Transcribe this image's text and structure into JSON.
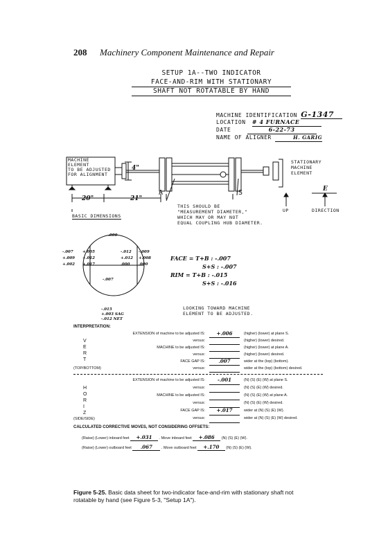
{
  "page": {
    "number": "208",
    "running_head": "Machinery Component Maintenance and Repair"
  },
  "form": {
    "title_lines": [
      "SETUP 1A--TWO INDICATOR",
      "FACE-AND-RIM WITH STATIONARY",
      "SHAFT NOT ROTATABLE BY HAND"
    ],
    "machine_id_label": "MACHINE IDENTIFICATION",
    "machine_id_value": "G-1347",
    "location_label": "LOCATION",
    "location_value": "# 4 FURNACE",
    "date_label": "DATE",
    "date_value": "6-22-73",
    "aligner_label": "NAME OF ALIGNER",
    "aligner_value": "H. GARIG"
  },
  "diagram": {
    "machine_box": [
      "MACHINE",
      "ELEMENT",
      "TO BE ADJUSTED",
      "FOR ALIGNMENT"
    ],
    "dim_4": "4\"",
    "dim_20": "20\"",
    "dim_21": "21\"",
    "basic_dims": "BASIC DIMENSIONS",
    "label_A": "A",
    "label_S": "S",
    "note": [
      "THIS SHOULD BE",
      "\"MEASUREMENT DIAMETER,\"",
      "WHICH MAY OR MAY NOT",
      "EQUAL COUPLING HUB DIAMETER."
    ],
    "stationary": [
      "STATIONARY",
      "MACHINE",
      "ELEMENT"
    ],
    "E": "E",
    "up": "UP",
    "direction": "DIRECTION"
  },
  "circle": {
    "top": ".000",
    "bottom": "-.007",
    "left_outer": [
      "-.007",
      "+.009",
      "+.002"
    ],
    "left_inner": [
      "+.005",
      "+.012",
      "+.017"
    ],
    "right_inner": [
      "-.012",
      "+.012",
      ".000"
    ],
    "right_outer": [
      "-.009",
      "+.008",
      ".000"
    ],
    "below": [
      "-.015",
      "+.003 SAG",
      "-.012 NET"
    ]
  },
  "readings": {
    "face_label": "FACE",
    "face_expr": "= T+B : -.007",
    "face_s": "S+S : -.007",
    "rim_label": "RIM",
    "rim_expr": "= T+B : -.015",
    "rim_s": "S+S : -.016"
  },
  "looking": [
    "LOOKING TOWARD MACHINE",
    "ELEMENT TO BE ADJUSTED."
  ],
  "interpretation": {
    "heading": "INTERPRETATION:",
    "vert_letters": [
      "V",
      "E",
      "R",
      "T"
    ],
    "horiz_letters": [
      "H",
      "O",
      "R",
      "I",
      "Z"
    ],
    "v_rows": [
      {
        "label": "EXTENSION of machine to be adjusted IS:",
        "value": "+.006",
        "desc": "(higher) (lower) at plane S."
      },
      {
        "label": "versus:",
        "value": "",
        "desc": "(higher) (lower) desired."
      },
      {
        "label": "MACHINE to be adjusted IS:",
        "value": "",
        "desc": "(higher) (lower) at plane A."
      },
      {
        "label": "versus:",
        "value": "",
        "desc": "(higher) (lower) desired."
      },
      {
        "label": "FACE GAP IS:",
        "value": ".007",
        "desc": "wider at the (top) (bottom)."
      },
      {
        "label": "versus:",
        "value": "",
        "desc": "wider at the (top) (bottom) desired."
      }
    ],
    "top_bottom": "(TOP/BOTTOM)",
    "h_rows": [
      {
        "label": "EXTENSION of machine to be adjusted IS:",
        "value": "-.001",
        "desc": "(N) (S) (E) (W) at plane S."
      },
      {
        "label": "versus:",
        "value": "",
        "desc": "(N) (S) (E) (W) desired."
      },
      {
        "label": "MACHINE to be adjusted IS:",
        "value": "",
        "desc": "(N) (S) (E) (W) at plane A."
      },
      {
        "label": "versus:",
        "value": "",
        "desc": "(N) (S) (E) (W) desired."
      },
      {
        "label": "FACE GAP IS:",
        "value": "+.017",
        "desc": "wider at (N) (S) (E) (W)."
      },
      {
        "label": "versus:",
        "value": "",
        "desc": "wider at (N) (S) (E) (W) desired."
      }
    ],
    "side_side": "(SIDE/SIDE)"
  },
  "moves": {
    "heading": "CALCULATED CORRECTIVE MOVES, NOT CONSIDERING OFFSETS:",
    "r1_prefix": "(Raise) (Lower) inboard feet",
    "r1_val": "+.031",
    "r1_mid": ". Move inboard feet",
    "r1_val2": "+.086",
    "r1_suffix": "(N) (S) (E) (W).",
    "r2_prefix": "(Raise) (Lower) outboard feet",
    "r2_val": ".067",
    "r2_mid": ". Move outboard feet",
    "r2_val2": "+.170",
    "r2_suffix": "(N) (S) (E) (W)."
  },
  "caption": {
    "label": "Figure 5-25.",
    "text": "Basic data sheet for two-indicator face-and-rim with stationary shaft not rotatable by hand (see Figure 5-3, \"Setup 1A\")."
  }
}
